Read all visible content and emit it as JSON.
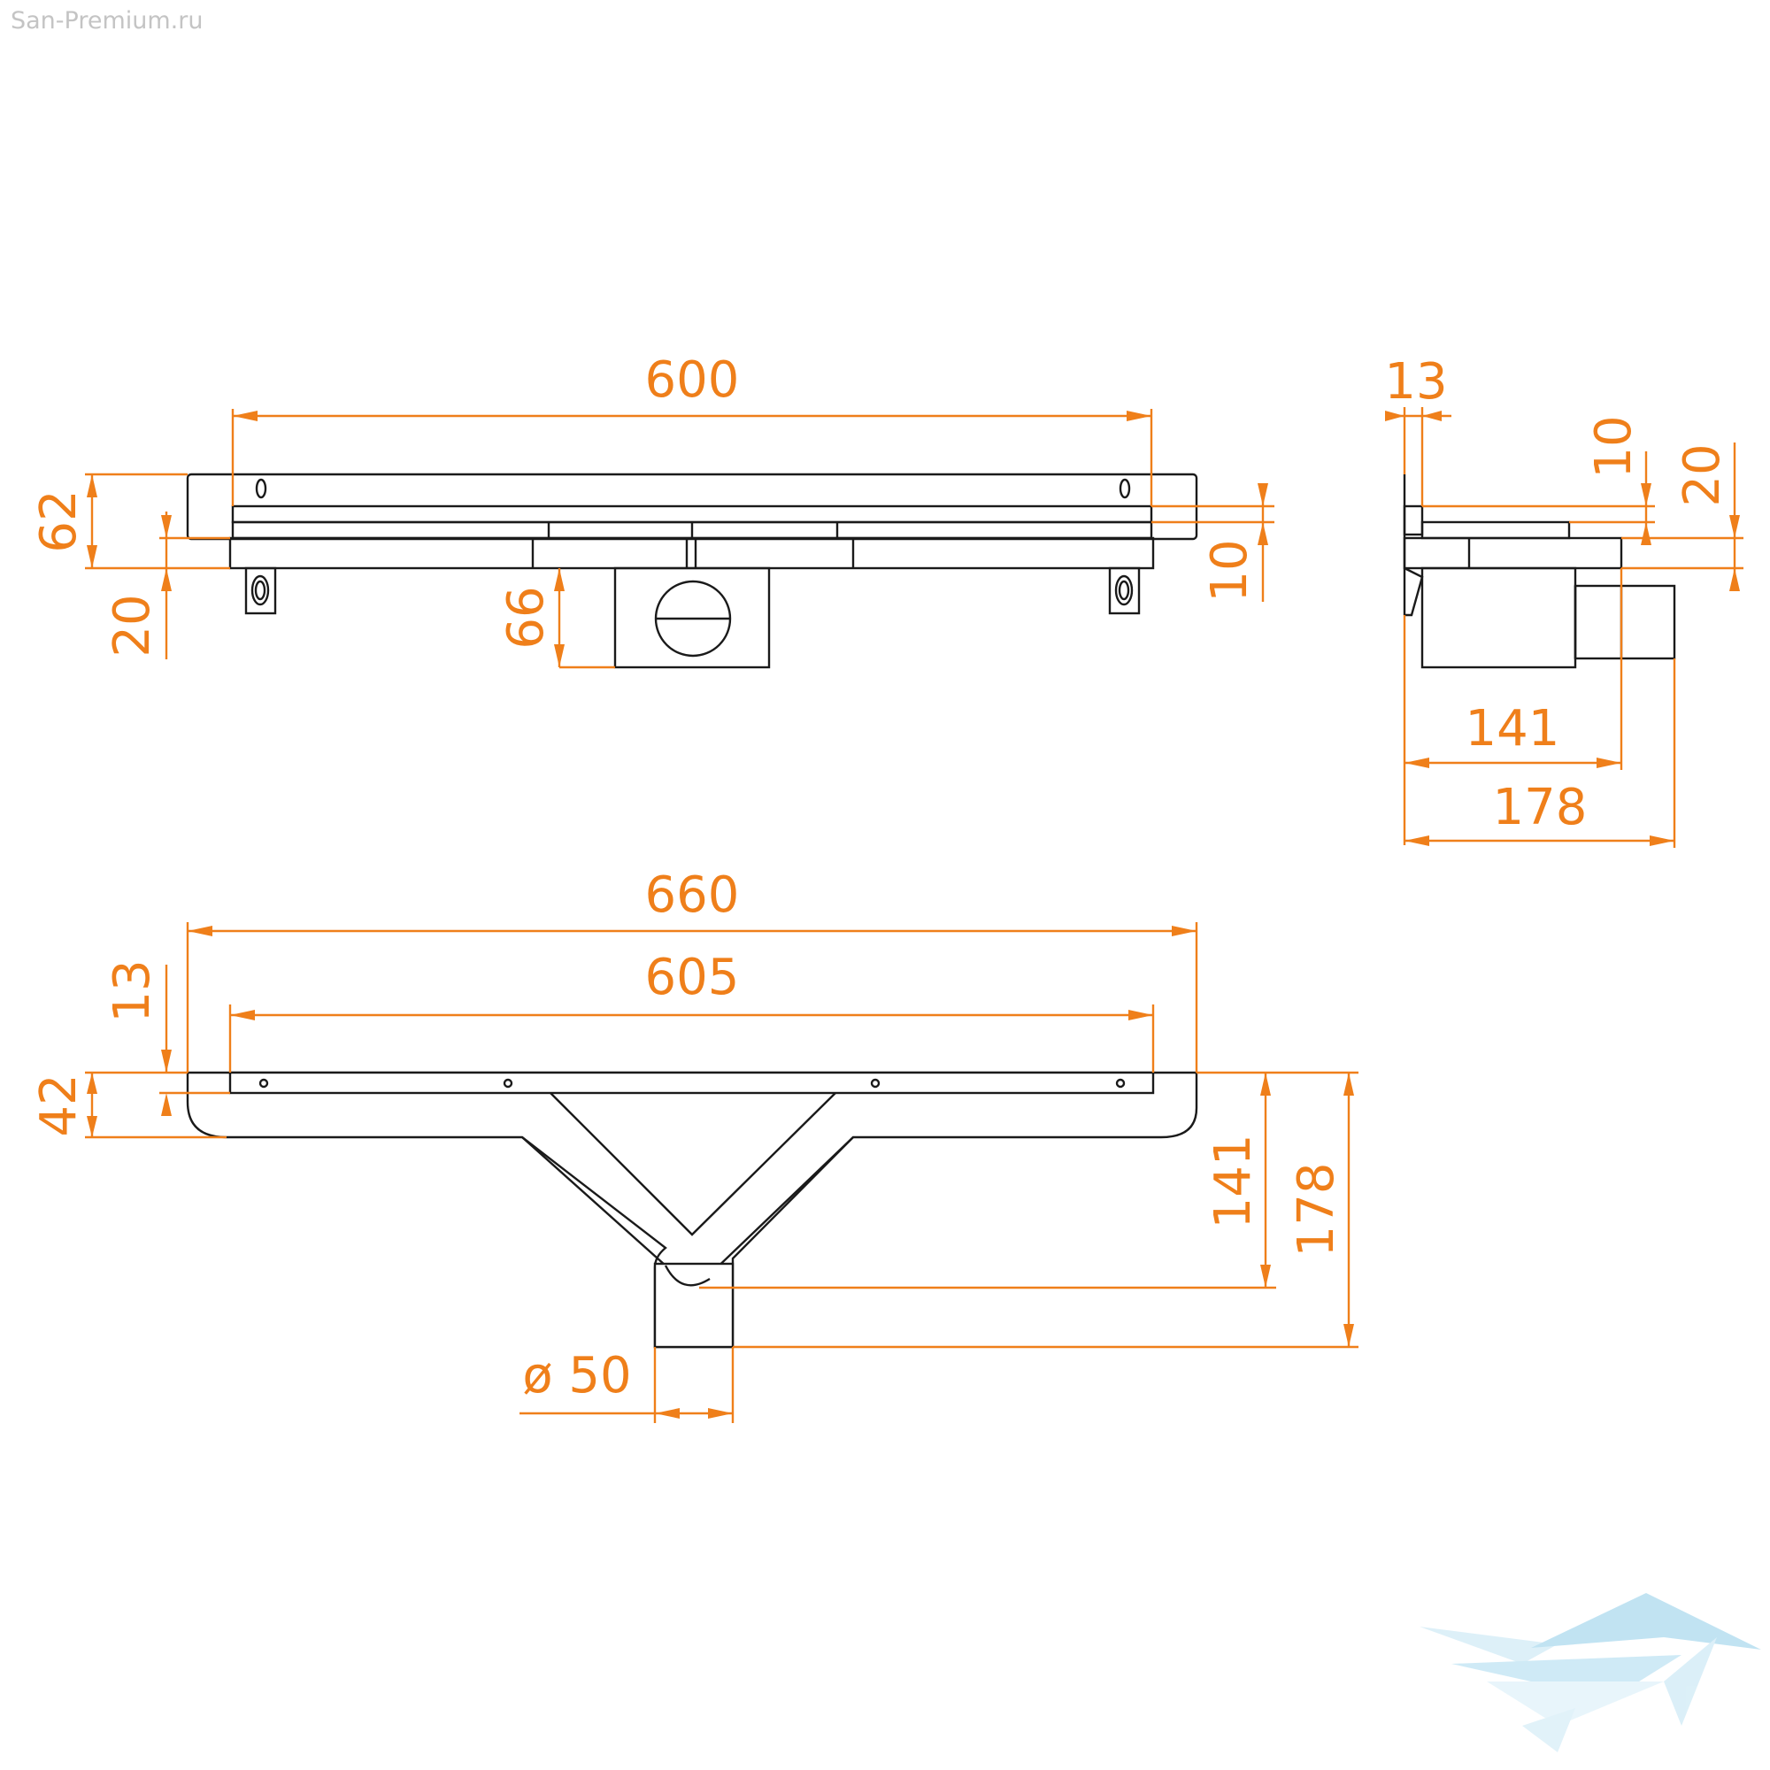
{
  "site": {
    "watermark": "San-Premium.ru"
  },
  "colors": {
    "dimension": "#ef7f1a",
    "outline": "#1a1a1a",
    "logo": "#9fd3ec"
  },
  "front_view": {
    "grate_length": "600",
    "total_height": "62",
    "channel_depth": "20",
    "outlet_height": "66",
    "grate_height": "10"
  },
  "side_view": {
    "flange": "13",
    "grate_depth": "10",
    "channel_depth": "20",
    "body_width": "141",
    "total_width": "178"
  },
  "top_view": {
    "flange_length": "660",
    "grate_length": "605",
    "flange_width": "13",
    "rim_width": "42",
    "outlet_offset": "141",
    "total_depth": "178",
    "outlet_diameter": "ø 50"
  },
  "logo": {
    "icon": "fish-bird-logo-icon"
  }
}
